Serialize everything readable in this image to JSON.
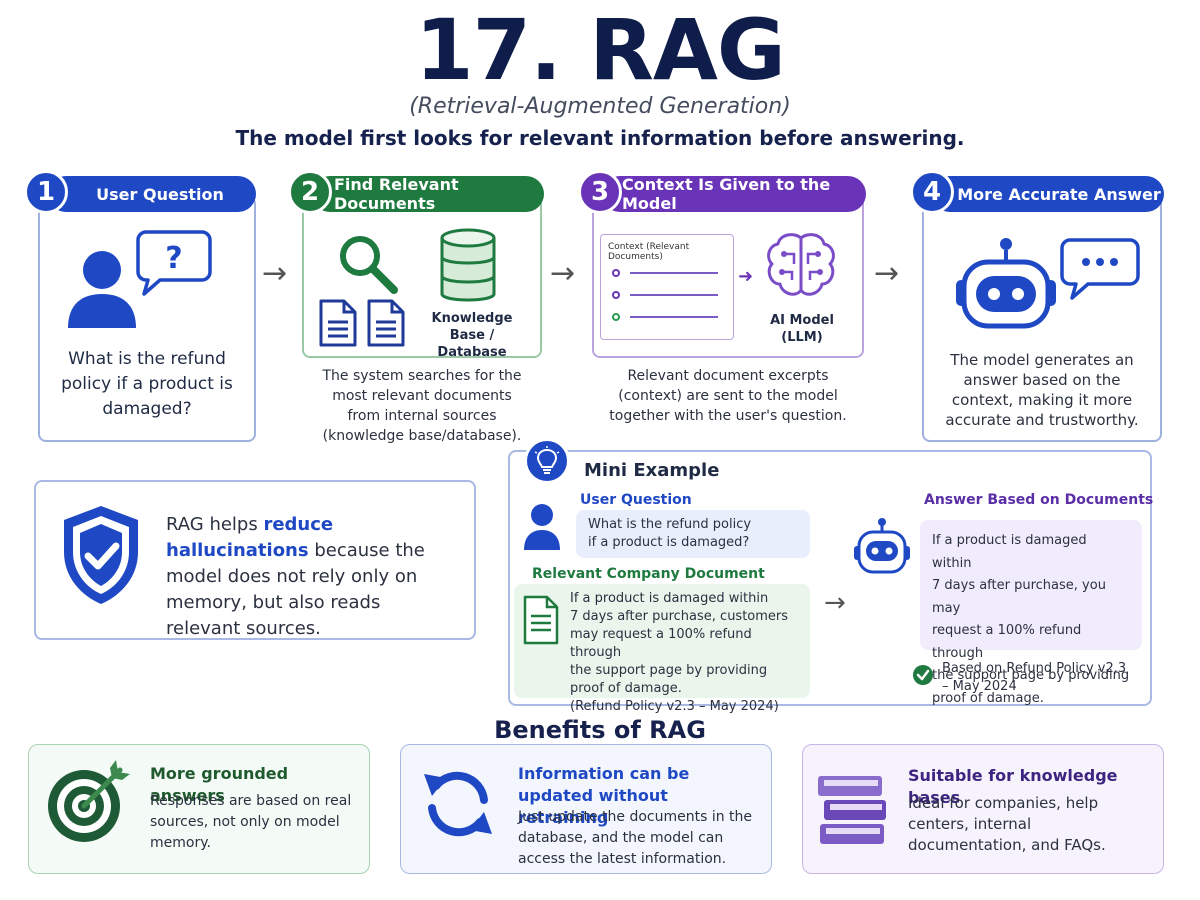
{
  "header": {
    "title": "17. RAG",
    "subtitle": "(Retrieval-Augmented Generation)",
    "tagline": "The model first looks for relevant information before answering."
  },
  "steps": [
    {
      "number": "1",
      "label": "User Question",
      "text": "What is the refund policy if a product is damaged?",
      "color": "#1f48c4"
    },
    {
      "number": "2",
      "label": "Find Relevant Documents",
      "db_label": "Knowledge Base / Database",
      "desc": "The system searches for the most relevant documents from internal sources (knowledge base/database).",
      "color": "#1f7a3f"
    },
    {
      "number": "3",
      "label": "Context Is Given to the Model",
      "context_label": "Context (Relevant Documents)",
      "model_label": "AI Model (LLM)",
      "desc": "Relevant document excerpts (context) are sent to the model together with the user's question.",
      "color": "#6a34b8"
    },
    {
      "number": "4",
      "label": "More Accurate Answer",
      "text": "The model generates an answer based on the context, making it more accurate and trustworthy.",
      "color": "#1f48c4"
    }
  ],
  "icons": {
    "user": "user-icon",
    "question": "question-bubble-icon",
    "search": "magnifier-icon",
    "docs": "document-icon",
    "db": "database-icon",
    "brain": "brain-icon",
    "robot": "robot-icon",
    "chat": "chat-bubble-icon",
    "shield": "shield-check-icon",
    "bulb": "lightbulb-icon",
    "target": "target-icon",
    "refresh": "refresh-icon",
    "books": "books-icon"
  },
  "hallucination": {
    "pre": "RAG helps ",
    "highlight": "reduce hallucinations",
    "post": " because the model does not rely only on memory, but also reads relevant sources."
  },
  "mini": {
    "title": "Mini Example",
    "user_label": "User Question",
    "user_q_1": "What is the refund policy",
    "user_q_2": "if a product is damaged?",
    "doc_label": "Relevant Company Document",
    "doc_lines": [
      "If a product is damaged within",
      "7 days after purchase, customers",
      "may request a 100% refund through",
      "the support page by providing",
      "proof of damage."
    ],
    "doc_source": "(Refund Policy v2.3 – May 2024)",
    "answer_label": "Answer Based on Documents",
    "answer_lines": [
      "If a product is damaged within",
      "7 days after purchase, you may",
      "request a 100% refund through",
      "the support page by providing",
      "proof of damage."
    ],
    "source_1": "Based on Refund Policy v2.3",
    "source_2": "– May 2024"
  },
  "benefits": {
    "title": "Benefits of RAG",
    "items": [
      {
        "title": "More grounded answers",
        "desc": "Responses are based on real sources, not only on model memory."
      },
      {
        "title": "Information can be updated without retraining",
        "desc": "Just update the documents in the database, and the model can access the latest information."
      },
      {
        "title": "Suitable for knowledge bases",
        "desc": "Ideal for companies, help centers, internal documentation, and FAQs."
      }
    ]
  }
}
